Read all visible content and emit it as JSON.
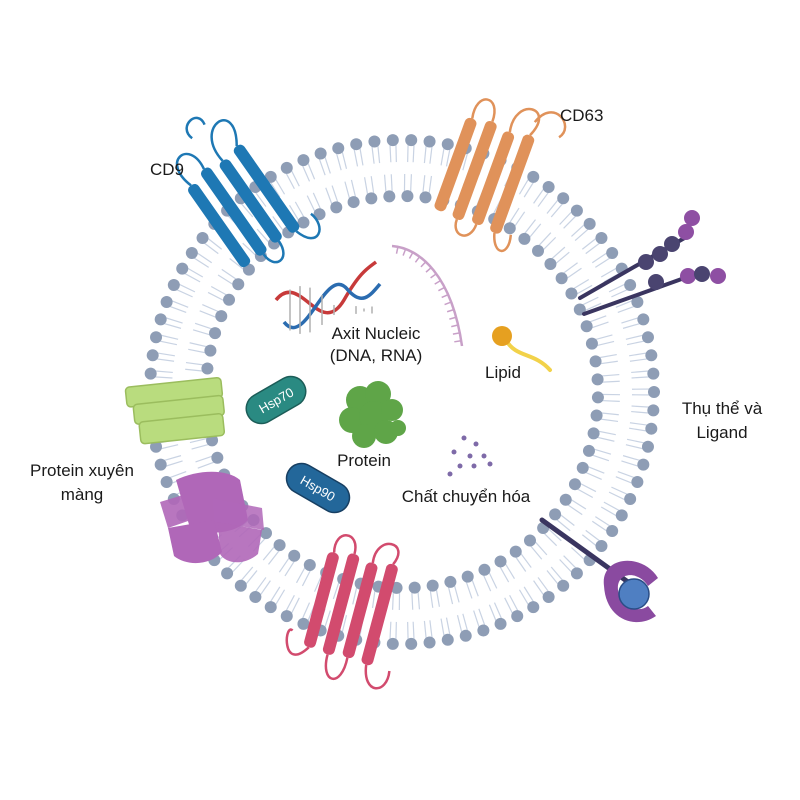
{
  "labels": {
    "cd9": "CD9",
    "cd63": "CD63",
    "nucleic_line1": "Axit Nucleic",
    "nucleic_line2": "(DNA, RNA)",
    "lipid": "Lipid",
    "receptor_line1": "Thụ thể và",
    "receptor_line2": "Ligand",
    "protein": "Protein",
    "metabolite": "Chất chuyển hóa",
    "transmembrane_line1": "Protein xuyên",
    "transmembrane_line2": "màng",
    "hsp70": "Hsp70",
    "hsp90": "Hsp90"
  },
  "colors": {
    "lipid_head": "#8e9db5",
    "lipid_tail": "#c9d3e3",
    "cd9": "#1e78b4",
    "cd63": "#e0925a",
    "bottom_tetraspanin": "#d24b6e",
    "receptor_stem": "#3a3560",
    "receptor_bead_dark": "#4a4470",
    "receptor_bead_light": "#8e4fa3",
    "ligand_cup": "#8a4aa0",
    "ligand_ball": "#4f7fc2",
    "green_channel": "#b9dc7e",
    "purple_channel": "#b067b8",
    "hsp70": "#2a8a82",
    "hsp90": "#23679a",
    "protein_blob": "#5fa548",
    "dna_red": "#c73a3a",
    "dna_blue": "#2b6cb0",
    "rna": "#c8a0c8",
    "lipid_mol_head": "#e6a020",
    "lipid_mol_tail": "#f2d24a",
    "metabolite_dots": "#7e6aa8"
  }
}
